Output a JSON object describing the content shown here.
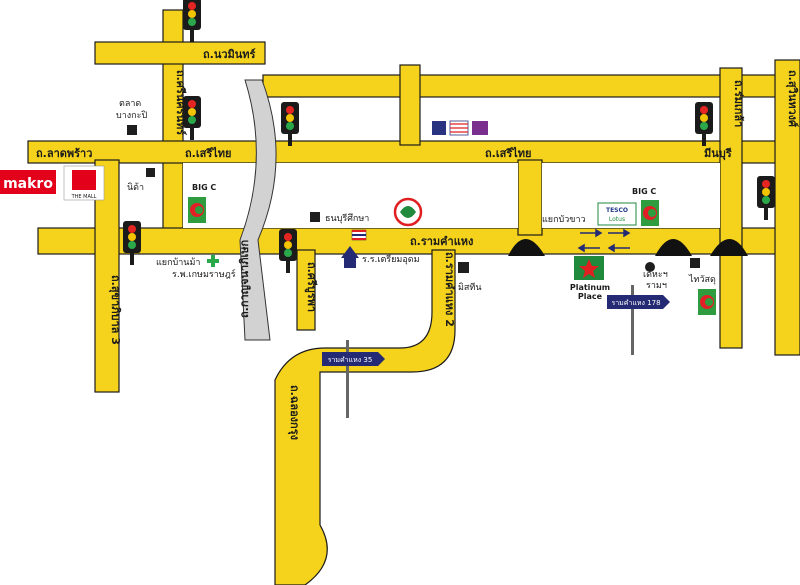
{
  "colors": {
    "road": "#f5d31c",
    "road_edge": "#1b1b1b",
    "block": "#ffffff",
    "expressway": "#d2d2d2",
    "marker": "#1e1e1e",
    "sign": "#242a73",
    "platinum_green": "#1f8a3c",
    "platinum_star": "#e02020",
    "bigc_green": "#2f9d3f",
    "bigc_red": "#e31f26"
  },
  "roads": {
    "nawamin": "ถ.นวมินทร์",
    "ladprao": "ถ.ลาดพร้าว",
    "seri_thai_left": "ถ.เสรีไทย",
    "seri_thai_mid": "ถ.เสรีไทย",
    "ramkhamhaeng": "ถ.รามคำแหง",
    "srinakarin": "ถ.ศรีนครินทร์",
    "min_buri": "มีนบุรี",
    "sukhaphiban3": "ถ.สุขาภิบาล 3",
    "ram_right1": "ถ.ร่มเกล้า",
    "ram_right2": "ถ.สุวินทวงศ์",
    "kanchanaphisek": "ถ.กาญจนาภิเษก",
    "soi_left": "ถ.ศรีบูรพา",
    "ramkhamhaeng_soi": "ถ.รามคำแหง 2",
    "chalong": "ถ.ฉลองกรุง"
  },
  "landmarks": {
    "makro": "makro",
    "the_mall": "THE MALL",
    "talad_line1": "ตลาด",
    "talad_line2": "บางกะปิ",
    "big_c_1": "BIG C",
    "big_c_2": "BIG C",
    "tesco": "TESCO",
    "lotus": "Lotus",
    "thanburi": "ธนบุรีศึกษา",
    "triam": "ร.ร.เตรียมอุดม",
    "yaek_ban_ma": "แยกบ้านม้า",
    "hospital": "ร.พ.เกษมราษฎร์",
    "mistine": "มิสทีน",
    "yaek_lam_sali": "แยกบัวขาว",
    "platinum_line1": "Platinum",
    "platinum_line2": "Place",
    "tesa_line1": "เดหะฯ",
    "tesa_line2": "รามฯ",
    "wat": "ไทวัสดุ",
    "nida": "นิด้า"
  },
  "signs": {
    "ramkhamhaeng_178": "รามคำแหง 178",
    "ramkhamhaeng_35": "รามคำแหง 35"
  },
  "icons": [
    "traffic-light-icon",
    "kbank-icon",
    "flag-icon",
    "house-icon",
    "star-icon",
    "cross-icon",
    "bigc-logo-icon",
    "signpost-icon"
  ]
}
